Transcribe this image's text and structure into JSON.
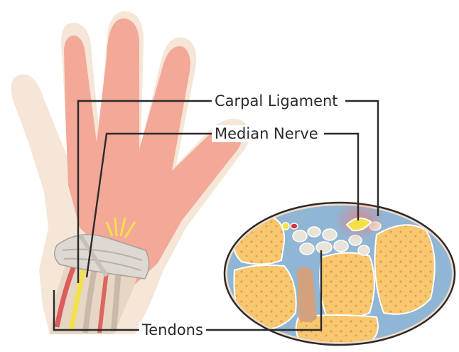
{
  "labels": {
    "carpal_ligament": "Carpal Ligament",
    "median_nerve": "Median Nerve",
    "tendons": "Tendons"
  },
  "colors": {
    "skin_light": "#f6e6d8",
    "skin_pink": "#f3a898",
    "bone_yellow": "#f7c870",
    "tissue_blue": "#8fb6d4",
    "nerve_yellow": "#f4e046",
    "ligament_grey": "#ddd9d2",
    "outline": "#2a2a2a"
  }
}
